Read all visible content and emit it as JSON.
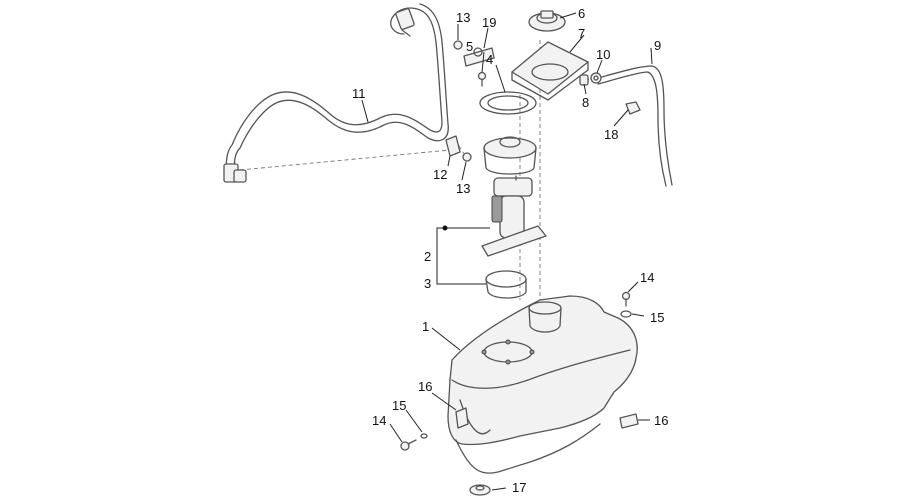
{
  "diagram": {
    "callouts": [
      "1",
      "2",
      "3",
      "4",
      "5",
      "6",
      "7",
      "8",
      "9",
      "10",
      "11",
      "12",
      "13",
      "13",
      "14",
      "14",
      "15",
      "15",
      "16",
      "16",
      "17",
      "18",
      "19"
    ]
  },
  "colors": {
    "line": "#555555",
    "text": "#111111",
    "background": "#ffffff"
  }
}
